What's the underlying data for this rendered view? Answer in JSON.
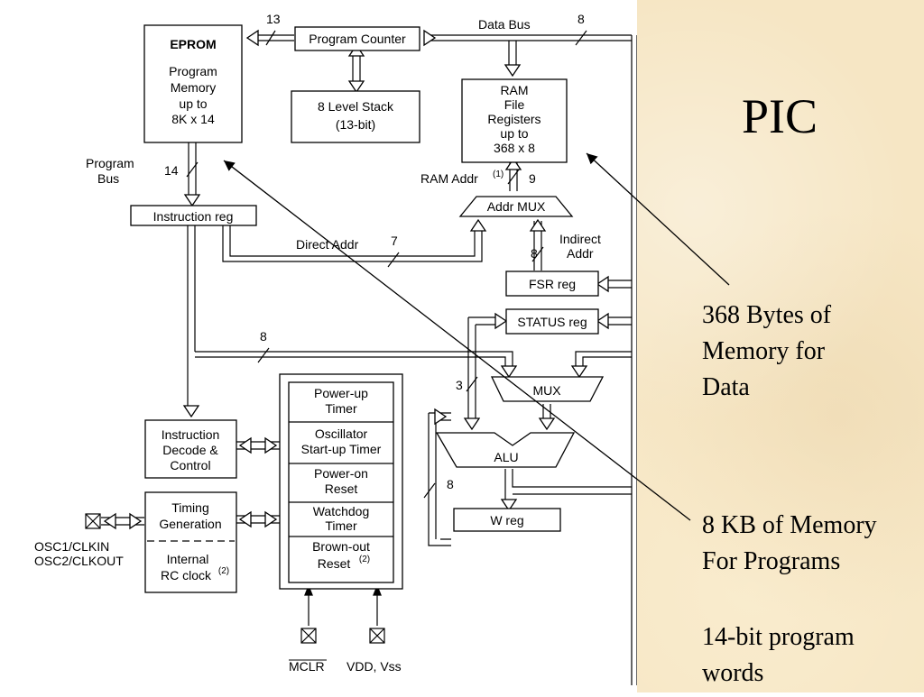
{
  "slide": {
    "title": "PIC",
    "notes": {
      "data_memory": "368 Bytes of\nMemory for\nData",
      "program_memory": "8 KB of Memory\nFor Programs",
      "program_words": "14-bit program\nwords"
    }
  },
  "diagram": {
    "eprom": {
      "title": "EPROM",
      "lines": [
        "Program",
        "Memory",
        "up to",
        "8K x 14"
      ]
    },
    "program_counter": "Program Counter",
    "stack": {
      "lines": [
        "8 Level Stack",
        "(13-bit)"
      ]
    },
    "ram": {
      "title": "RAM",
      "lines": [
        "File",
        "Registers",
        "up to",
        "368 x 8"
      ]
    },
    "instruction_reg": "Instruction reg",
    "addr_mux": "Addr MUX",
    "fsr_reg": "FSR reg",
    "status_reg": "STATUS reg",
    "mux": "MUX",
    "alu": "ALU",
    "w_reg": "W reg",
    "decode": {
      "lines": [
        "Instruction",
        "Decode &",
        "Control"
      ]
    },
    "timing": {
      "lines": [
        "Timing",
        "Generation"
      ],
      "internal_lines": [
        "Internal",
        "RC clock"
      ],
      "internal_sup": "(2)"
    },
    "timers": [
      {
        "lines": [
          "Power-up",
          "Timer"
        ]
      },
      {
        "lines": [
          "Oscillator",
          "Start-up Timer"
        ]
      },
      {
        "lines": [
          "Power-on",
          "Reset"
        ]
      },
      {
        "lines": [
          "Watchdog",
          "Timer"
        ]
      },
      {
        "lines": [
          "Brown-out",
          "Reset"
        ],
        "sup": "(2)"
      }
    ],
    "labels": {
      "data_bus": "Data Bus",
      "data_bus_width": "8",
      "pc_width": "13",
      "program_bus": [
        "Program",
        "Bus"
      ],
      "program_bus_width": "14",
      "ram_addr": "RAM Addr",
      "ram_addr_sup": "(1)",
      "ram_addr_width": "9",
      "direct_addr": "Direct Addr",
      "direct_addr_width": "7",
      "indirect_addr": [
        "Indirect",
        "Addr"
      ],
      "indirect_width": "8",
      "bus_width_8": "8",
      "status_width": "3",
      "w_width": "8",
      "osc_pins": [
        "OSC1/CLKIN",
        "OSC2/CLKOUT"
      ],
      "mclr": "MCLR",
      "power_pins": "VDD, Vss"
    }
  }
}
